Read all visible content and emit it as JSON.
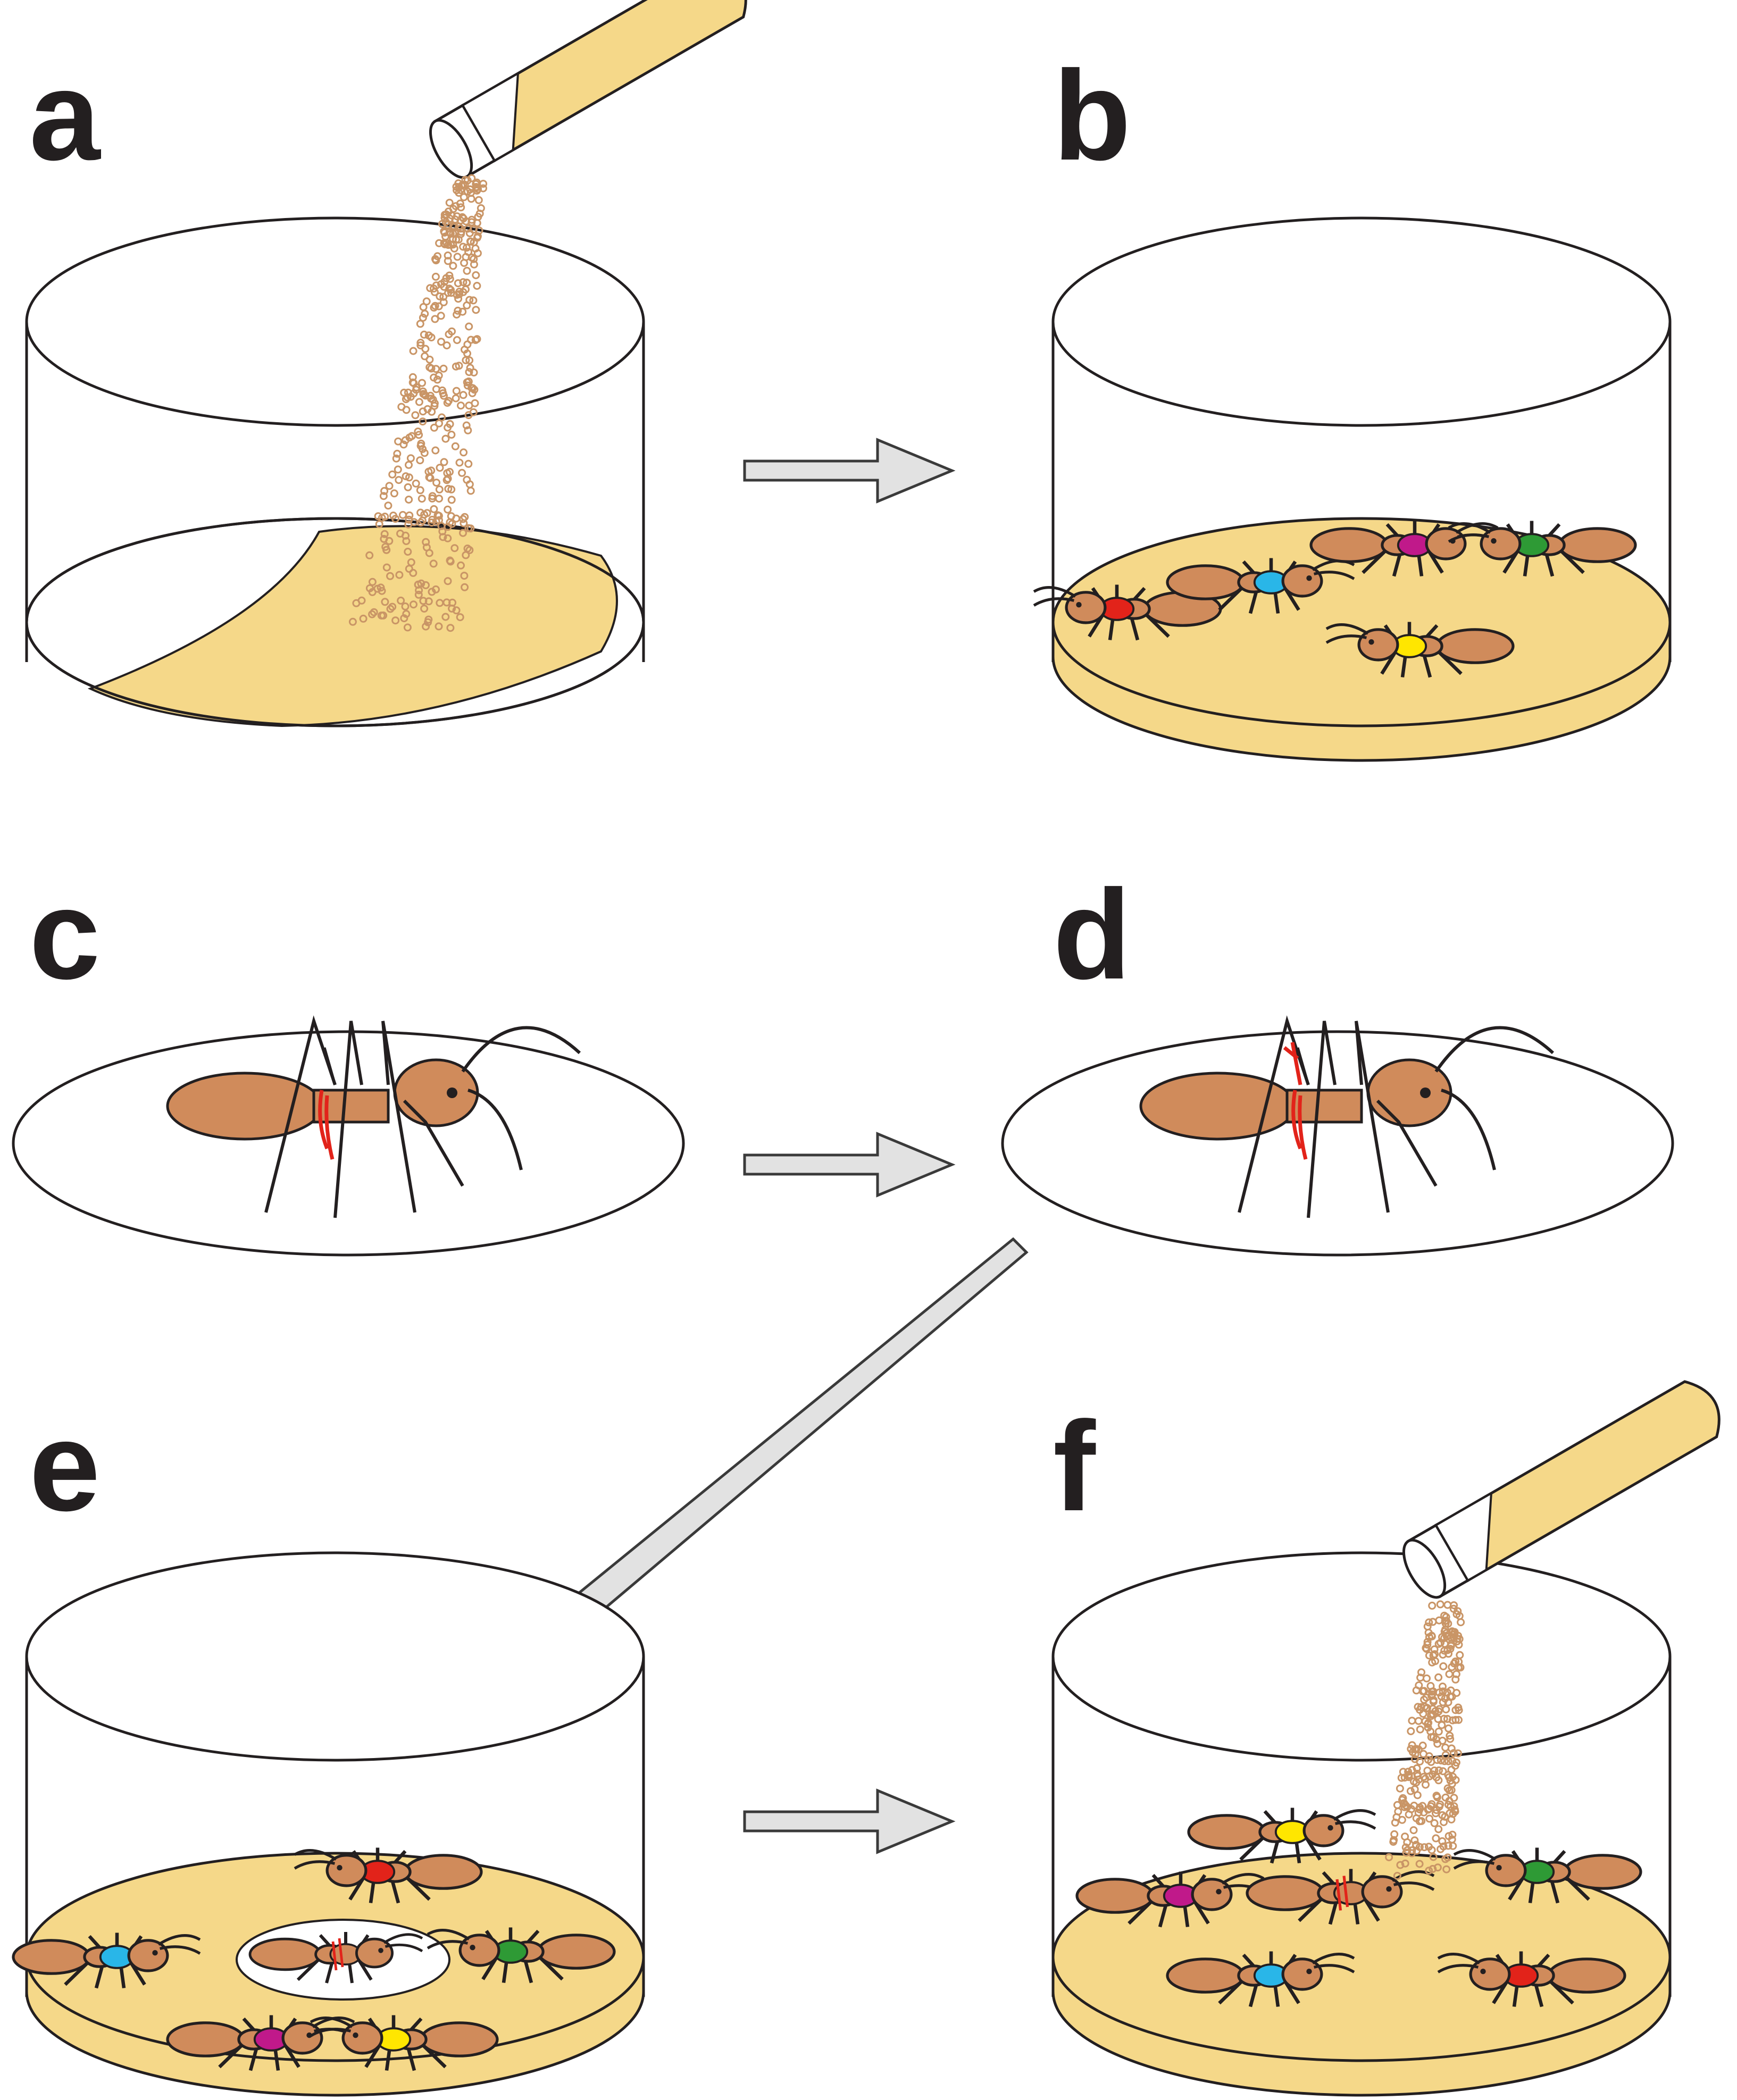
{
  "figure": {
    "panels": [
      {
        "id": "a",
        "label": "a",
        "scene": "dish-pouring-sand"
      },
      {
        "id": "b",
        "label": "b",
        "scene": "dish-with-five-marked-ants"
      },
      {
        "id": "c",
        "label": "c",
        "scene": "dish-with-single-ant"
      },
      {
        "id": "d",
        "label": "d",
        "scene": "dish-with-single-ant-tied"
      },
      {
        "id": "e",
        "label": "e",
        "scene": "dish-with-ant-in-center-ring"
      },
      {
        "id": "f",
        "label": "f",
        "scene": "dish-pouring-sand-over-ants"
      }
    ],
    "arrows": [
      {
        "from": "a",
        "to": "b"
      },
      {
        "from": "c",
        "to": "d"
      },
      {
        "from": "d",
        "to": "e"
      },
      {
        "from": "e",
        "to": "f"
      }
    ]
  },
  "colors": {
    "sand": "#f5d889",
    "ant_body": "#d08b5b",
    "sand_grain": "#c99566",
    "outline": "#231f20",
    "arrow_fill": "#e2e2e2",
    "arrow_stroke": "#3a3a3a",
    "thread": "#e2231a",
    "marks": [
      "#e2231a",
      "#29b6e8",
      "#c0198a",
      "#2e9a35",
      "#ffe600"
    ]
  }
}
